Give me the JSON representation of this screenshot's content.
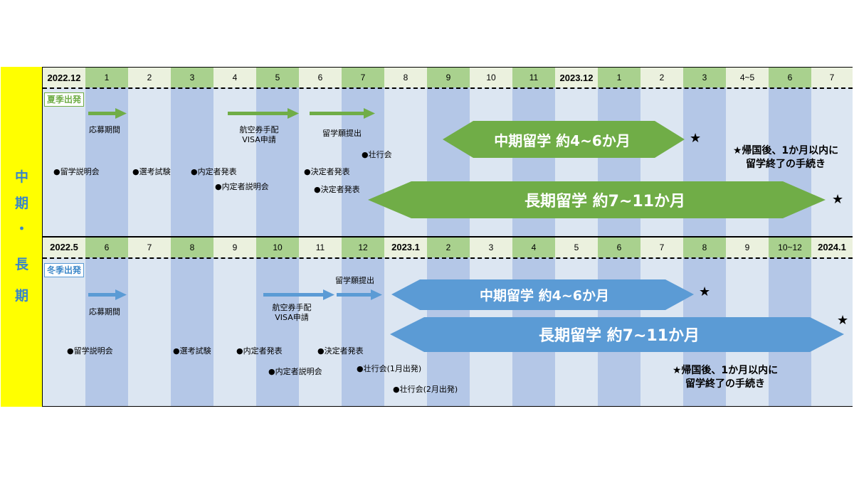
{
  "side_label": {
    "chars": [
      "中",
      "期",
      "・",
      "長",
      "期"
    ]
  },
  "summer": {
    "season_label": "夏季出発",
    "header": [
      "2022.12",
      "1",
      "2",
      "3",
      "4",
      "5",
      "6",
      "7",
      "8",
      "9",
      "10",
      "11",
      "2023.12",
      "1",
      "2",
      "3",
      "4~5",
      "6",
      "7"
    ],
    "events": {
      "apply_period": "応募期間",
      "ticket_line1": "航空券手配",
      "ticket_line2": "VISA申請",
      "submit_app": "留学願提出",
      "send_off": "●壮行会",
      "info_session": "●留学説明会",
      "selection_exam": "●選考試験",
      "offer_announce": "●内定者発表",
      "offer_briefing": "●内定者説明会",
      "decision_announce": "●決定者発表",
      "decision_announce2": "●決定者発表"
    },
    "mid_term": "中期留学 約4~6か月",
    "long_term": "長期留学 約7~11か月",
    "note_line1": "★帰国後、1か月以内に",
    "note_line2": "留学終了の手続き",
    "star": "★"
  },
  "winter": {
    "season_label": "冬季出発",
    "header": [
      "2022.5",
      "6",
      "7",
      "8",
      "9",
      "10",
      "11",
      "12",
      "2023.1",
      "2",
      "3",
      "4",
      "5",
      "6",
      "7",
      "8",
      "9",
      "10~12",
      "2024.1"
    ],
    "events": {
      "apply_period": "応募期間",
      "ticket_line1": "航空券手配",
      "ticket_line2": "VISA申請",
      "submit_app": "留学願提出",
      "info_session": "●留学説明会",
      "selection_exam": "●選考試験",
      "offer_announce": "●内定者発表",
      "decision_announce": "●決定者発表",
      "offer_briefing": "●内定者説明会",
      "send_off_jan": "●壮行会(1月出発)",
      "send_off_feb": "●壮行会(2月出発)"
    },
    "mid_term": "中期留学 約4~6か月",
    "long_term": "長期留学 約7~11か月",
    "note_line1": "★帰国後、1か月以内に",
    "note_line2": "留学終了の手続き",
    "star": "★"
  },
  "colors": {
    "stripe_light": "#dce6f2",
    "stripe_dark": "#b4c7e7",
    "header_light": "#ebf1de",
    "header_green": "#a9d18e",
    "green_band": "#70ad47",
    "blue_band": "#5b9bd5",
    "side_yellow": "#ffff00",
    "side_text": "#3a86c8"
  }
}
